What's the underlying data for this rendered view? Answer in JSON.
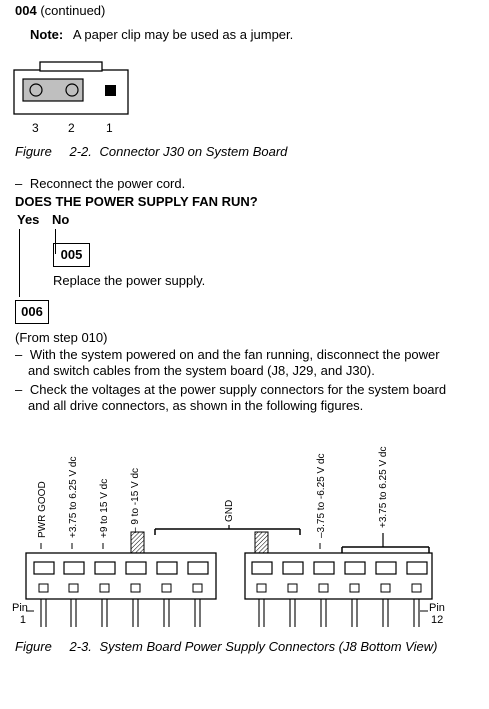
{
  "header": {
    "step_number": "004",
    "step_suffix": "(continued)"
  },
  "note": {
    "label": "Note:",
    "text": "A paper clip may be used as a jumper."
  },
  "connector_j30": {
    "pins": [
      "3",
      "2",
      "1"
    ]
  },
  "figure_2_2": {
    "label": "Figure",
    "number": "2-2.",
    "caption": "Connector J30 on System Board"
  },
  "instr_reconnect": {
    "bullet": "–",
    "text": "Reconnect the power cord."
  },
  "question": "DOES THE POWER SUPPLY FAN RUN?",
  "answers": {
    "yes": "Yes",
    "no": "No"
  },
  "step_005": {
    "box": "005",
    "text": "Replace the power supply."
  },
  "step_006": {
    "box": "006",
    "from_step": "(From step 010)"
  },
  "bullets": [
    {
      "bullet": "–",
      "line1": "With the system powered on and the fan running, disconnect the power",
      "line2": "and switch cables from the system board (J8, J29, and J30)."
    },
    {
      "bullet": "–",
      "line1": "Check the voltages at the power supply connectors for the system board",
      "line2": "and all drive connectors, as shown in the following figures."
    }
  ],
  "connector_labels": {
    "left": [
      "PWR GOOD",
      "+3.75 to 6.25 V dc",
      "+9 to 15 V dc",
      "– 9 to -15 V dc"
    ],
    "gnd": "GND",
    "right_1": "–3.75 to -6.25 V dc",
    "right_2": "+3.75 to 6.25 V dc"
  },
  "pins": {
    "pin1_label": "Pin",
    "pin1_num": "1",
    "pin12_label": "Pin",
    "pin12_num": "12"
  },
  "figure_2_3": {
    "label": "Figure",
    "number": "2-3.",
    "caption": "System Board Power Supply Connectors (J8 Bottom View)"
  }
}
